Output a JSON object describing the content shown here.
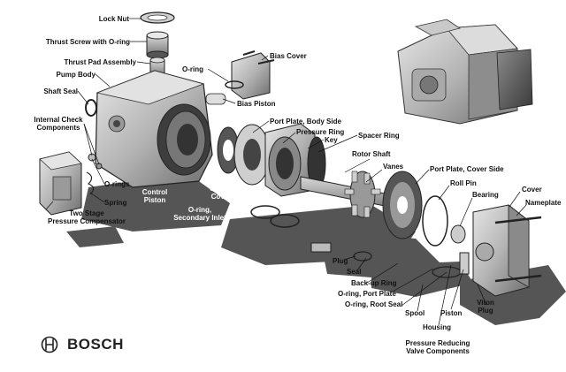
{
  "labels": {
    "lock_nut": "Lock Nut",
    "thrust_screw": "Thrust Screw with O-ring",
    "thrust_pad": "Thrust Pad Assembly",
    "pump_body": "Pump Body",
    "shaft_seal": "Shaft Seal",
    "internal_check_1": "Internal Check",
    "internal_check_2": "Components",
    "o_rings": "O-rings",
    "spring": "Spring",
    "two_stage_1": "Two Stage",
    "two_stage_2": "Pressure Compensator",
    "bias_cover": "Bias Cover",
    "o_ring": "O-ring",
    "bias_piston": "Bias Piston",
    "port_plate_body": "Port Plate, Body Side",
    "pressure_ring": "Pressure Ring",
    "key": "Key",
    "spacer_ring": "Spacer Ring",
    "rotor_shaft": "Rotor Shaft",
    "vanes": "Vanes",
    "port_plate_cover": "Port Plate, Cover Side",
    "roll_pin": "Roll Pin",
    "bearing": "Bearing",
    "cover": "Cover",
    "nameplate": "Nameplate",
    "control_piston_1": "Control",
    "control_piston_2": "Piston",
    "o_ring_cover_1": "O-ring,",
    "o_ring_cover_2": "Cover",
    "o_ring_secondary_1": "O-ring,",
    "o_ring_secondary_2": "Secondary Inlet",
    "plug": "Plug",
    "seal": "Seal",
    "backup_ring": "Back-up Ring",
    "o_ring_port_plate": "O-ring, Port Plate",
    "o_ring_root_seal": "O-ring, Root Seal",
    "spool": "Spool",
    "housing": "Housing",
    "piston": "Piston",
    "viton_plug_1": "Viton",
    "viton_plug_2": "Plug",
    "prv_1": "Pressure Reducing",
    "prv_2": "Valve Components"
  },
  "brand": {
    "name": "BOSCH",
    "logo_icon": "bosch-armature-icon"
  }
}
